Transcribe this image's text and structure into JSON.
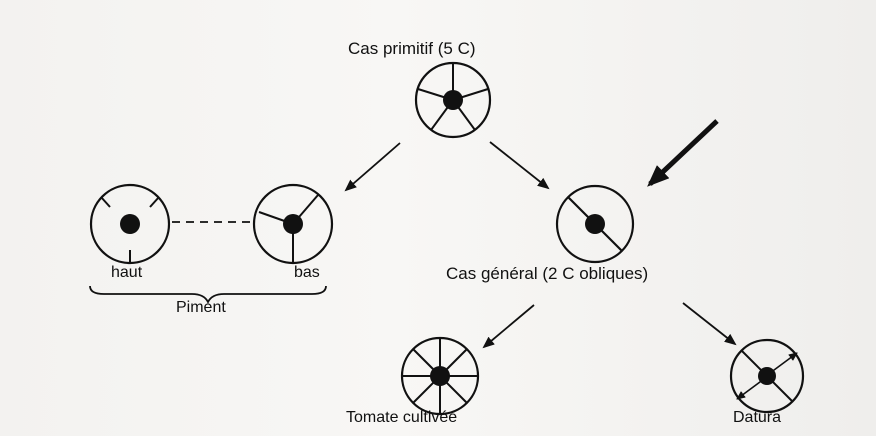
{
  "diagram": {
    "root": {
      "label": "Cas primitif (5 C)"
    },
    "pepper": {
      "label_top": "haut",
      "label_bottom": "bas",
      "group_label": "Piment"
    },
    "general": {
      "label": "Cas général (2 C obliques)"
    },
    "tomato": {
      "label": "Tomate cultivée"
    },
    "datura": {
      "label": "Datura"
    }
  },
  "colors": {
    "ink": "#111111",
    "paper": "#f5f4f2"
  }
}
